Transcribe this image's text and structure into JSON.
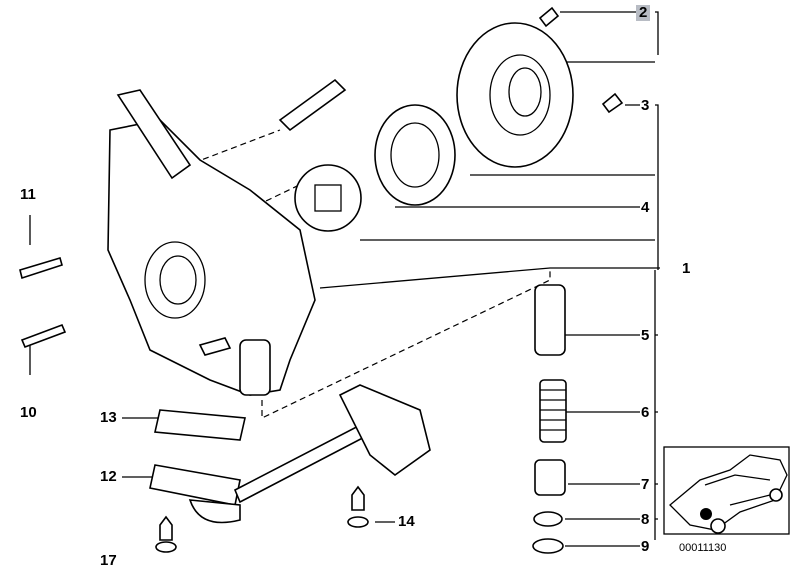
{
  "diagram": {
    "callouts": [
      "2",
      "3",
      "4",
      "1",
      "5",
      "6",
      "7",
      "8",
      "9",
      "11",
      "10",
      "13",
      "12",
      "14",
      "17"
    ],
    "highlighted_callout": "2",
    "highlight_color": "#b8bcc4",
    "inset": {
      "icon": "car-location-icon",
      "reference_number": "00011130"
    }
  }
}
